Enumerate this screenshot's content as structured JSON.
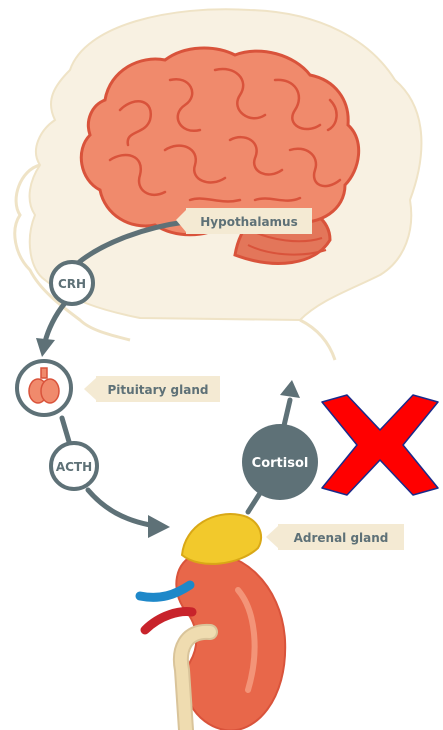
{
  "labels": {
    "hypothalamus": "Hypothalamus",
    "crh": "CRH",
    "pituitary": "Pituitary gland",
    "acth": "ACTH",
    "cortisol": "Cortisol",
    "adrenal": "Adrenal gland"
  },
  "colors": {
    "background": "#ffffff",
    "silhouette_fill": "#f8f1e2",
    "silhouette_line": "#efe3c6",
    "brain_fill": "#f08a6c",
    "brain_line": "#d9533b",
    "connector": "#5e7177",
    "label_box": "#f4ead3",
    "label_text": "#5e7177",
    "kidney_fill": "#e8674a",
    "adrenal_fill": "#f2c92c",
    "ureter": "#efdcb0",
    "artery": "#c8232b",
    "vein": "#1e88c9",
    "cross_fill": "#ff0000",
    "cross_stroke": "#1a2a8a"
  },
  "icons": {
    "pituitary": "pituitary-gland-icon",
    "cross": "red-x-icon",
    "arrow_up": "arrow-up-icon"
  }
}
